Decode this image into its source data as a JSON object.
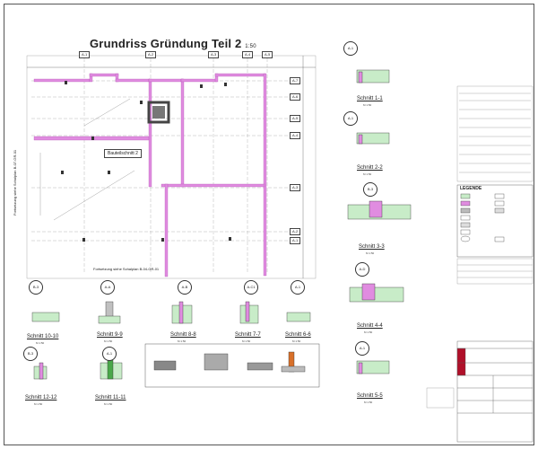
{
  "plan": {
    "title": "Grundriss Gründung Teil 2",
    "scale": "1:50",
    "label_bauteilschnitt": "Bauteilschnitt 2",
    "label_continue_bottom": "Fortsetzung siehe Schalplan B-04-GR-01",
    "label_continue_left": "Fortsetzung siehe Schalplan B-07-GR-01",
    "axes_top": [
      "A-1",
      "A-2",
      "A-3",
      "A-4",
      "A-5"
    ],
    "axes_right": [
      "A-7",
      "A-6",
      "A-5",
      "A-4",
      "A-3",
      "A-2",
      "A-1"
    ]
  },
  "sections": [
    {
      "id": "1-1",
      "label": "Schnitt 1-1",
      "scale": "M 1:50",
      "marker": "A-1"
    },
    {
      "id": "2-2",
      "label": "Schnitt 2-2",
      "scale": "M 1:50",
      "marker": "A-1"
    },
    {
      "id": "3-3",
      "label": "Schnitt 3-3",
      "scale": "M 1:50",
      "marker": "B-3"
    },
    {
      "id": "4-4",
      "label": "Schnitt 4-4",
      "scale": "M 1:50",
      "marker": "A-D"
    },
    {
      "id": "5-5",
      "label": "Schnitt 5-5",
      "scale": "M 1:50",
      "marker": "A-1"
    },
    {
      "id": "10-10",
      "label": "Schnitt 10-10",
      "scale": "M 1:50",
      "marker": "B-3"
    },
    {
      "id": "9-9",
      "label": "Schnitt 9-9",
      "scale": "M 1:50",
      "marker": "A-A"
    },
    {
      "id": "8-8",
      "label": "Schnitt 8-8",
      "scale": "M 1:50",
      "marker": "A-B"
    },
    {
      "id": "7-7",
      "label": "Schnitt 7-7",
      "scale": "M 1:50",
      "marker": "A-C1"
    },
    {
      "id": "6-6",
      "label": "Schnitt 6-6",
      "scale": "M 1:50",
      "marker": "A-1"
    },
    {
      "id": "12-12",
      "label": "Schnitt 12-12",
      "scale": "M 1:50",
      "marker": "B-3"
    },
    {
      "id": "11-11",
      "label": "Schnitt 11-11",
      "scale": "M 1:50",
      "marker": "A-1"
    }
  ],
  "legend": {
    "heading": "LEGENDE"
  },
  "colors": {
    "wall": "#e08ce0",
    "slab": "#c8ecc8",
    "line": "#333333",
    "titleblock_red": "#b0102a"
  }
}
